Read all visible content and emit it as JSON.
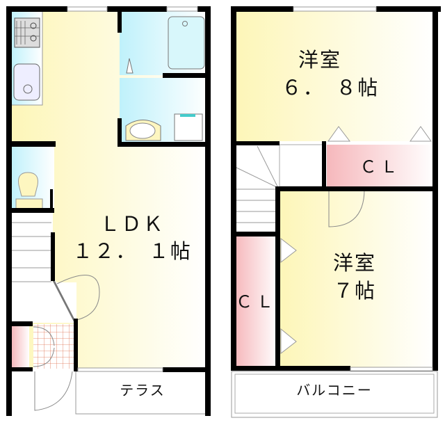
{
  "floor1": {
    "ldk": {
      "name": "ＬＤＫ",
      "size": "１２．　１帖"
    },
    "terrace": "テラス"
  },
  "floor2": {
    "room_upper": {
      "name": "洋室",
      "size": "６．　８帖"
    },
    "room_lower": {
      "name": "洋室",
      "size": "７帖"
    },
    "closet_upper": "ＣＬ",
    "closet_left": "ＣＬ",
    "balcony": "バルコニー"
  },
  "colors": {
    "wall": "#000000",
    "room_yellow": "#fdf7bf",
    "wet_blue": "#c9f4fb",
    "closet_pink": "#f8c2c4",
    "entrance_tile": "#e08060"
  }
}
